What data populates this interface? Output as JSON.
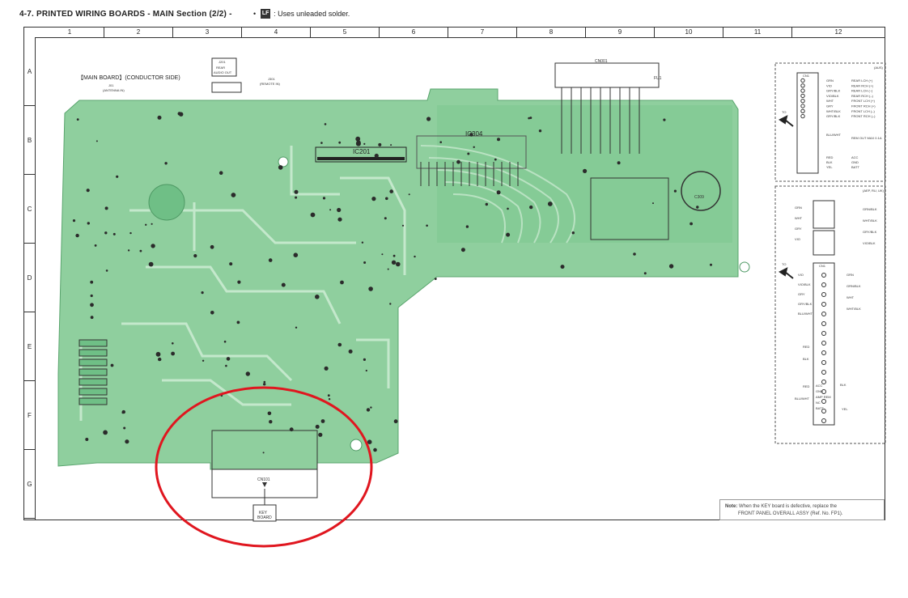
{
  "header": {
    "title": "4-7.  PRINTED  WIRING  BOARDS - MAIN Section (2/2) -",
    "lf_symbol": "LF",
    "lf_note": ": Uses unleaded solder."
  },
  "grid": {
    "columns": [
      "1",
      "2",
      "3",
      "4",
      "5",
      "6",
      "7",
      "8",
      "9",
      "10",
      "11",
      "12"
    ],
    "rows": [
      "A",
      "B",
      "C",
      "D",
      "E",
      "F",
      "G"
    ]
  },
  "board": {
    "title": "【MAIN BOARD】(CONDUCTOR SIDE)",
    "j01_label": "J01",
    "antenna_label": "(ANTENNA IN)",
    "j201_label": "J201",
    "rear_audio_out": "REAR\nAUDIO OUT",
    "j301_label": "J301",
    "remote_in_label": "(REMOTE IN)",
    "ic201": "IC201",
    "ic304": "IC304",
    "cn101": "CN101",
    "key_board": "KEY\nBOARD",
    "cn001": "CN001",
    "fu1": "FU1",
    "c309": "C309"
  },
  "aus_panel": {
    "region": "(AUS)",
    "connector": "CN1",
    "to_label": "TO",
    "pins": [
      {
        "color": "GRN",
        "signal": "REAR LCH (+)"
      },
      {
        "color": "VIO",
        "signal": "REAR RCH (+)"
      },
      {
        "color": "GRY/BLK",
        "signal": "REAR LCH (–)"
      },
      {
        "color": "VIO/BLK",
        "signal": "REAR RCH (–)"
      },
      {
        "color": "WHT",
        "signal": "FRONT LCH (+)"
      },
      {
        "color": "GRY",
        "signal": "FRONT RCH (+)"
      },
      {
        "color": "WHT/BLK",
        "signal": "FRONT LCH (–)"
      },
      {
        "color": "GRY/BLK",
        "signal": "FRONT RCH (–)"
      }
    ],
    "blu_wht": "BLU/WHT",
    "rem_out": "REM OUT MAX 0.1A",
    "power": [
      {
        "color": "RED",
        "signal": "ACC"
      },
      {
        "color": "BLK",
        "signal": "GND"
      },
      {
        "color": "YEL",
        "signal": "BATT"
      }
    ]
  },
  "aep_panel": {
    "region": "(AEP, RU, UK)",
    "connector": "CN1",
    "to_label": "TO",
    "top_left": [
      "GRN",
      "WHT",
      "GRY",
      "VIO"
    ],
    "top_right": [
      "GRN/BLK",
      "WHT/BLK",
      "GRY/BLK",
      "VIO/BLK"
    ],
    "mid_left": [
      "VIO",
      "VIO/BLK",
      "GRY",
      "GRY/BLK",
      "BLU/WHT"
    ],
    "mid_right": [
      "GRN",
      "GRN/BLK",
      "WHT",
      "WHT/BLK"
    ],
    "low_labels": [
      "RED",
      "BLK",
      "RED",
      "BLK",
      "BLU/WHT",
      "YEL"
    ],
    "pin_labels": [
      "ACC",
      "GND",
      "AMP REM",
      "NC",
      "BATT"
    ]
  },
  "note": {
    "label": "Note:",
    "line1": "When the KEY board is defective, replace the",
    "line2": "FRONT PANEL OVERALL ASSY (Ref. No. FP1)."
  },
  "colors": {
    "pcb": "#8fcf9e",
    "pcb_dark": "#6fbf86",
    "trace": "#b9e2c2",
    "annotation": "#e0161f"
  }
}
